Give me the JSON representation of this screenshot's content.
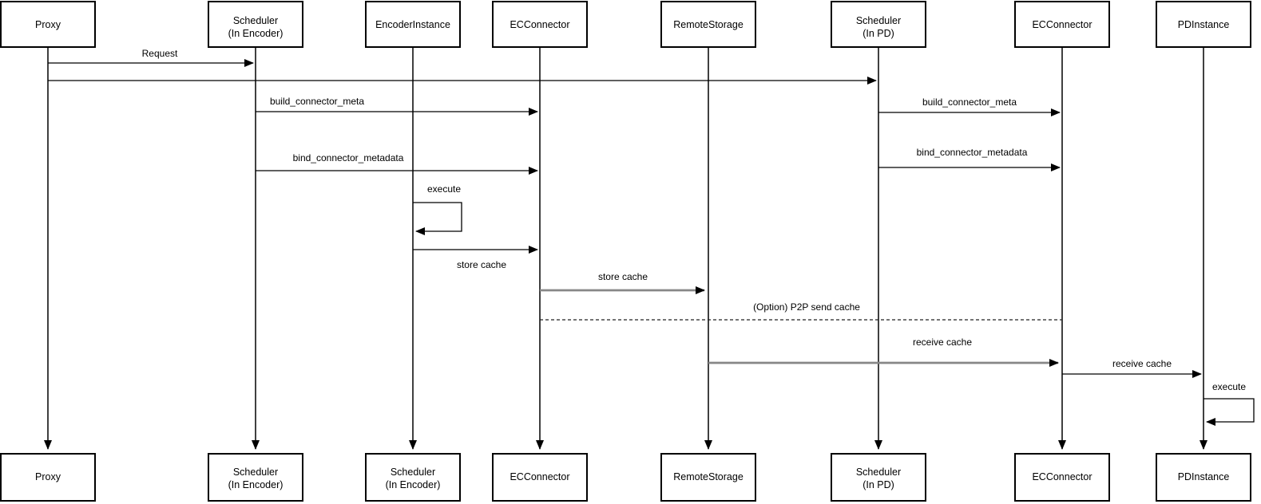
{
  "diagram": {
    "kind": "uml-sequence-diagram",
    "colors": {
      "line": "#000000",
      "thick_arrow": "#878787",
      "box_fill": "#ffffff",
      "text": "#000000",
      "background": "#ffffff"
    },
    "participants": [
      {
        "id": "proxy",
        "top1": "Proxy",
        "top2": "",
        "bottom1": "Proxy",
        "bottom2": ""
      },
      {
        "id": "scheduler-encoder",
        "top1": "Scheduler",
        "top2": "(In Encoder)",
        "bottom1": "Scheduler",
        "bottom2": "(In Encoder)"
      },
      {
        "id": "encoder-instance",
        "top1": "EncoderInstance",
        "top2": "",
        "bottom1": "Scheduler",
        "bottom2": "(In Encoder)"
      },
      {
        "id": "ec-connector-enc",
        "top1": "ECConnector",
        "top2": "",
        "bottom1": "ECConnector",
        "bottom2": ""
      },
      {
        "id": "remote-storage",
        "top1": "RemoteStorage",
        "top2": "",
        "bottom1": "RemoteStorage",
        "bottom2": ""
      },
      {
        "id": "scheduler-pd",
        "top1": "Scheduler",
        "top2": "(In PD)",
        "bottom1": "Scheduler",
        "bottom2": "(In PD)"
      },
      {
        "id": "ec-connector-pd",
        "top1": "ECConnector",
        "top2": "",
        "bottom1": "ECConnector",
        "bottom2": ""
      },
      {
        "id": "pd-instance",
        "top1": "PDInstance",
        "top2": "",
        "bottom1": "PDInstance",
        "bottom2": ""
      }
    ],
    "messages": [
      {
        "label": "Request",
        "from": "Proxy",
        "to": "Scheduler (In Encoder)",
        "style": "solid"
      },
      {
        "label": "",
        "from": "Proxy",
        "to": "Scheduler (In PD)",
        "style": "solid"
      },
      {
        "label": "build_connector_meta",
        "from": "Scheduler (In Encoder)",
        "to": "ECConnector (encoder side)",
        "style": "solid"
      },
      {
        "label": "build_connector_meta",
        "from": "Scheduler (In PD)",
        "to": "ECConnector (PD side)",
        "style": "solid"
      },
      {
        "label": "bind_connector_metadata",
        "from": "Scheduler (In Encoder)",
        "to": "ECConnector (encoder side)",
        "style": "solid"
      },
      {
        "label": "bind_connector_metadata",
        "from": "Scheduler (In PD)",
        "to": "ECConnector (PD side)",
        "style": "solid"
      },
      {
        "label": "execute",
        "from": "EncoderInstance",
        "to": "EncoderInstance",
        "style": "self-loop"
      },
      {
        "label": "store cache",
        "from": "EncoderInstance",
        "to": "ECConnector (encoder side)",
        "style": "solid",
        "label_position": "below"
      },
      {
        "label": "store cache",
        "from": "ECConnector (encoder side)",
        "to": "RemoteStorage",
        "style": "thick-gray"
      },
      {
        "label": "(Option) P2P send cache",
        "from": "ECConnector (encoder side)",
        "to": "ECConnector (PD side)",
        "style": "dashed"
      },
      {
        "label": "receive cache",
        "from": "RemoteStorage",
        "to": "ECConnector (PD side)",
        "style": "thick-gray"
      },
      {
        "label": "receive cache",
        "from": "ECConnector (PD side)",
        "to": "PDInstance",
        "style": "solid"
      },
      {
        "label": "execute",
        "from": "PDInstance",
        "to": "PDInstance",
        "style": "self-loop"
      }
    ]
  }
}
